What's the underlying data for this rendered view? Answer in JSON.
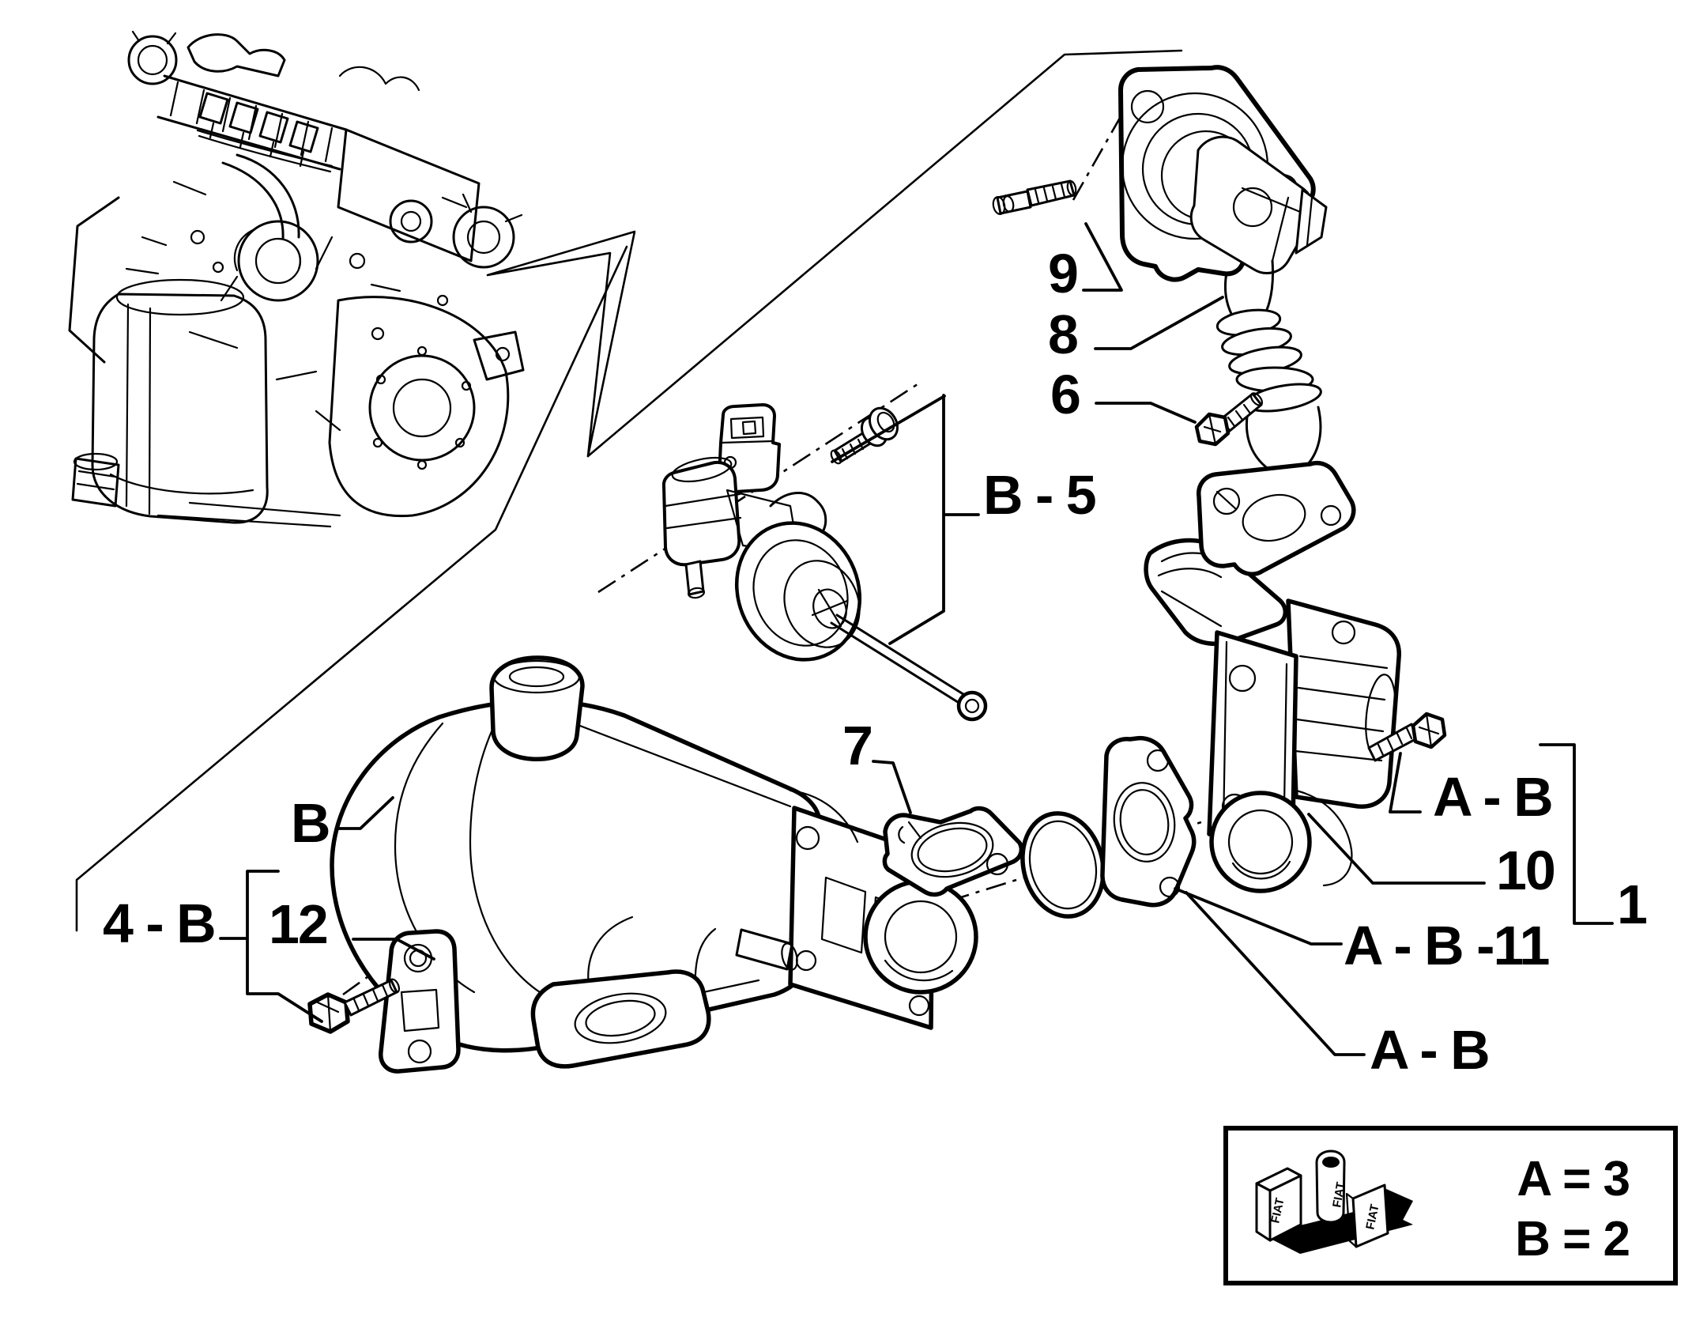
{
  "diagram": {
    "kind": "exploded-parts-diagram",
    "colors": {
      "ink": "#000000",
      "paper": "#ffffff"
    },
    "callouts": {
      "c9": "9",
      "c8": "8",
      "c6": "6",
      "b5": "B - 5",
      "c7": "7",
      "groupB": "B",
      "c4b": "4 - B",
      "c12": "12",
      "ab_top": "A - B",
      "c10": "10",
      "c1": "1",
      "ab11": "A - B -11",
      "ab_bottom": "A - B"
    },
    "legend": {
      "line_a": "A = 3",
      "line_b": "B = 2",
      "brand_box_left": "FIAT",
      "brand_box_right": "FIAT",
      "brand_tube": "FIAT"
    }
  }
}
